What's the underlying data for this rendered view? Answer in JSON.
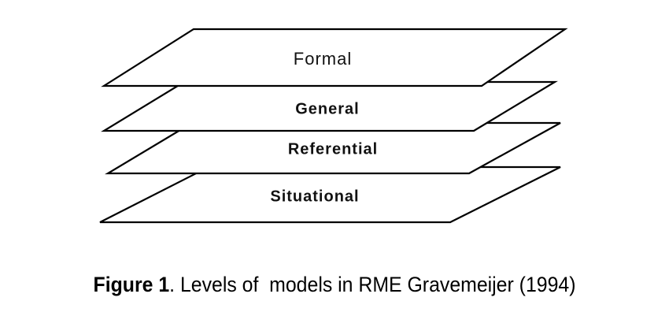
{
  "diagram": {
    "layers": [
      {
        "id": "situational",
        "label": "Situational"
      },
      {
        "id": "referential",
        "label": "Referential"
      },
      {
        "id": "general",
        "label": "General"
      },
      {
        "id": "formal",
        "label": "Formal"
      }
    ]
  },
  "caption": {
    "label": "Figure 1",
    "text": ". Levels of  models in RME Gravemeijer (1994)"
  },
  "colors": {
    "stroke": "#000000",
    "fill": "#ffffff",
    "text": "#111111"
  }
}
